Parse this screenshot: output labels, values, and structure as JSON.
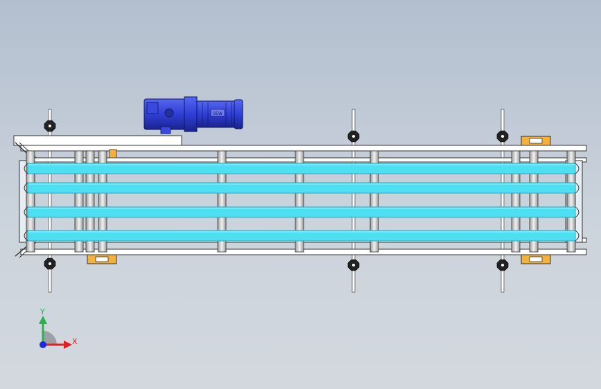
{
  "viewport": {
    "background_top": "#b3bfcf",
    "background_bottom": "#d3d8de"
  },
  "conveyor": {
    "belt_color": "#4ee0f2",
    "belt_edge_color": "#2aa7c0",
    "frame_color": "#ffffff",
    "frame_edge_color": "#333333",
    "bracket_color": "#f4b23a",
    "post_color": "#222222",
    "roller_color": "#d9d9d9"
  },
  "motor": {
    "color": "#2f3fd6",
    "dark_color": "#1a238c",
    "plate_text": "SEW"
  },
  "triad": {
    "y_label": "Y",
    "x_label": "X",
    "y_color": "#29b34a",
    "x_color": "#e02020",
    "z_color": "#1a2bd6"
  }
}
